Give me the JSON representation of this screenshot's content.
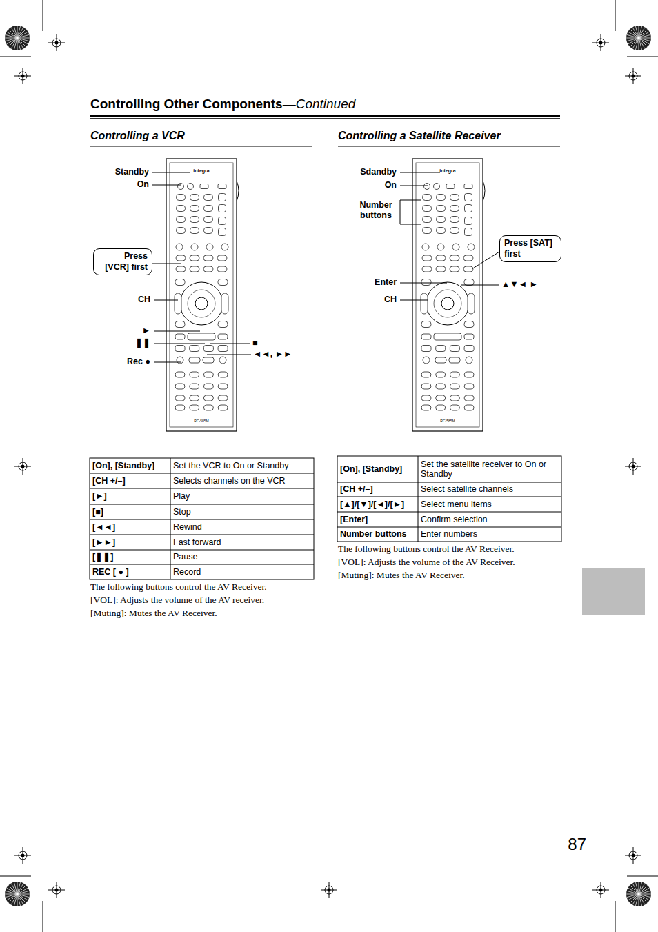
{
  "diagram": {
    "title": "Controlling Other Components",
    "nodes": [
      {
        "text": [
          "Press [VCR] first"
        ]
      },
      {
        "text": [
          "Press [SAT] first"
        ]
      }
    ],
    "labels": [
      "—Continued",
      "Controlling a VCR",
      "Controlling a Satellite Receiver",
      "Standby",
      "On",
      "CH",
      "►",
      "❚❚",
      "■",
      "◄◄, ►►",
      "Rec ●",
      "integra",
      "RC-585M",
      "Sdandby",
      "On",
      "Number buttons",
      "Enter",
      "CH",
      "▲▼◄ ►",
      "integra",
      "RC-585M",
      "[On], [Standby]",
      "Set the VCR to On or Standby",
      "[CH +/–]",
      "Selects channels on the VCR",
      "[►]",
      "Play",
      "[■]",
      "Stop",
      "[◄◄]",
      "Rewind",
      "[►►]",
      "Fast forward",
      "[❚❚]",
      "Pause",
      "REC [ ● ]",
      "Record",
      "The following buttons control the AV Receiver.",
      "[VOL]: Adjusts the volume of the AV receiver.",
      "[Muting]: Mutes the AV Receiver.",
      "[On], [Standby]",
      "Set the satellite receiver to On or Standby",
      "[CH +/–]",
      "Select satellite channels",
      "[▲]/[▼]/[◄]/[►]",
      "Select menu items",
      "[Enter]",
      "Confirm selection",
      "Number buttons",
      "Enter numbers",
      "The following buttons control the AV Receiver.",
      "[VOL]: Adjusts the volume of the AV Receiver.",
      "[Muting]: Mutes the AV Receiver.",
      "87"
    ]
  }
}
